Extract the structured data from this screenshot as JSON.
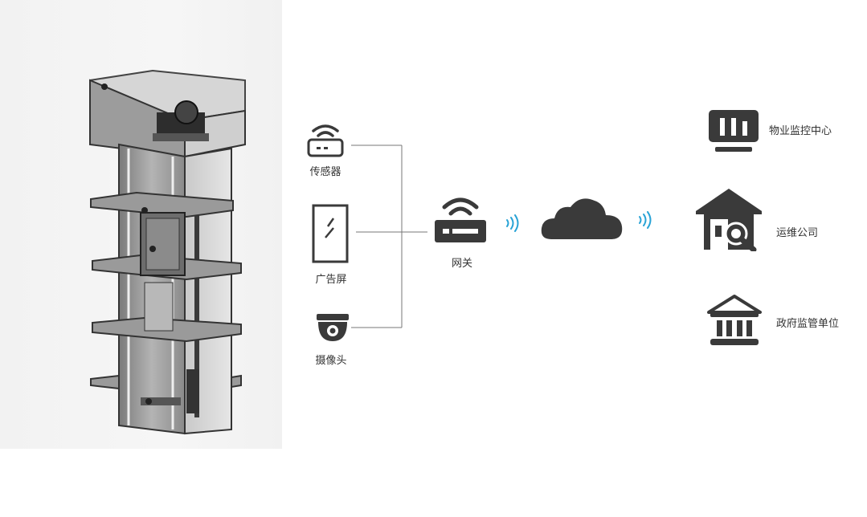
{
  "colors": {
    "icon": "#3a3a3a",
    "wave": "#29a3d6",
    "line": "#777777",
    "panel": "#f3f3f3"
  },
  "devices": {
    "sensor": {
      "label": "传感器",
      "icon": "router-sensor-icon"
    },
    "ad_screen": {
      "label": "广告屏",
      "icon": "display-screen-icon"
    },
    "camera": {
      "label": "摄像头",
      "icon": "dome-camera-icon"
    }
  },
  "gateway": {
    "label": "网关",
    "icon": "gateway-router-icon"
  },
  "cloud": {
    "icon": "cloud-icon"
  },
  "receivers": {
    "property_center": {
      "label": "物业监控中心",
      "icon": "monitor-bars-icon"
    },
    "maintenance": {
      "label": "运维公司",
      "icon": "house-wrench-icon"
    },
    "government": {
      "label": "政府监管单位",
      "icon": "government-building-icon"
    }
  }
}
